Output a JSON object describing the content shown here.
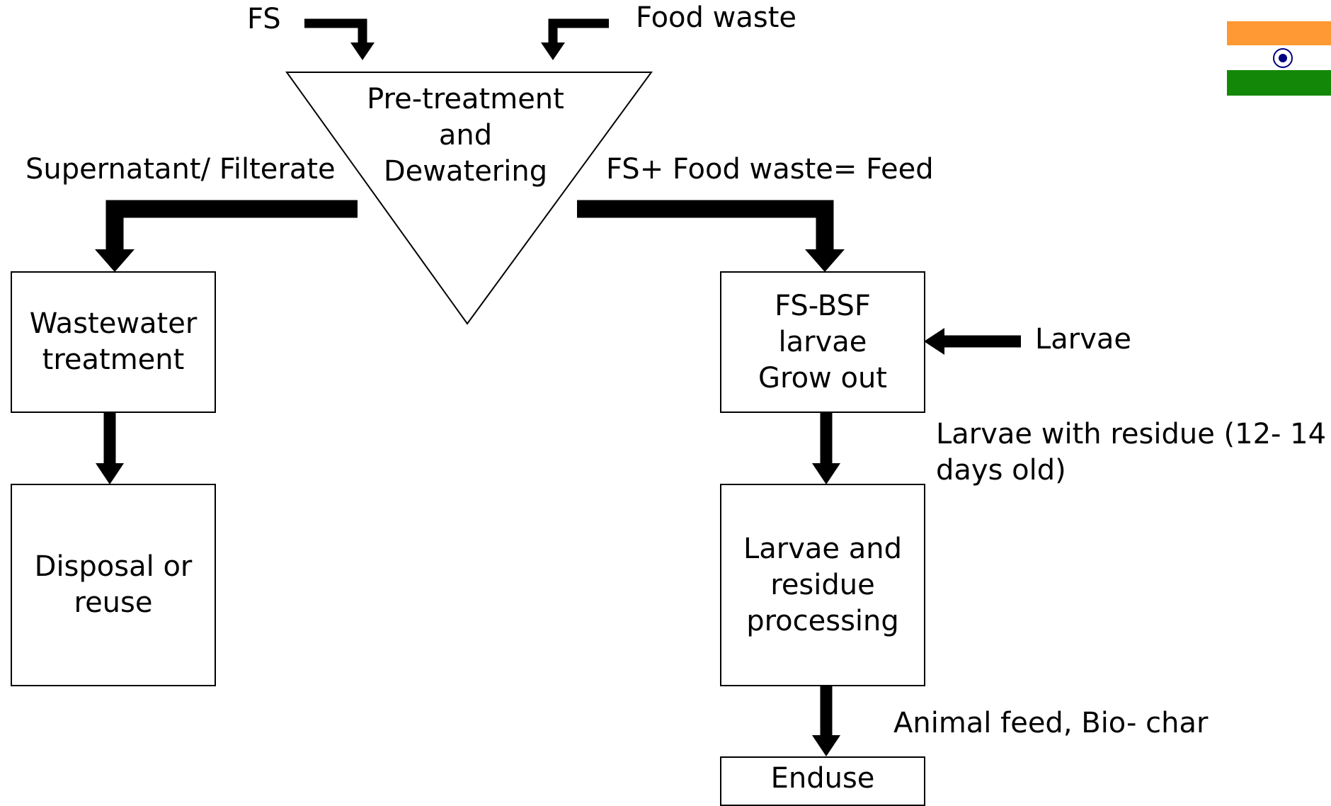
{
  "diagram": {
    "inputs": {
      "fs": "FS",
      "food_waste": "Food waste",
      "larvae": "Larvae"
    },
    "pretreatment": [
      "Pre-treatment",
      "and",
      "Dewatering"
    ],
    "flow_labels": {
      "supernatant": "Supernatant/ Filterate",
      "feed": "FS+ Food waste= Feed",
      "larvae_residue_1": "Larvae with residue (12- 14",
      "larvae_residue_2": "days old)",
      "products": "Animal feed, Bio- char"
    },
    "boxes": {
      "wastewater": [
        "Wastewater",
        "treatment"
      ],
      "disposal": [
        "Disposal or",
        "reuse"
      ],
      "growout": [
        "FS-BSF",
        "larvae",
        "Grow out"
      ],
      "processing": [
        "Larvae and",
        "residue",
        "processing"
      ],
      "enduse": [
        "Enduse"
      ]
    },
    "flag": {
      "colors": {
        "saffron": "#FF9933",
        "white": "#FFFFFF",
        "green": "#138808",
        "chakra": "#000080"
      }
    }
  }
}
